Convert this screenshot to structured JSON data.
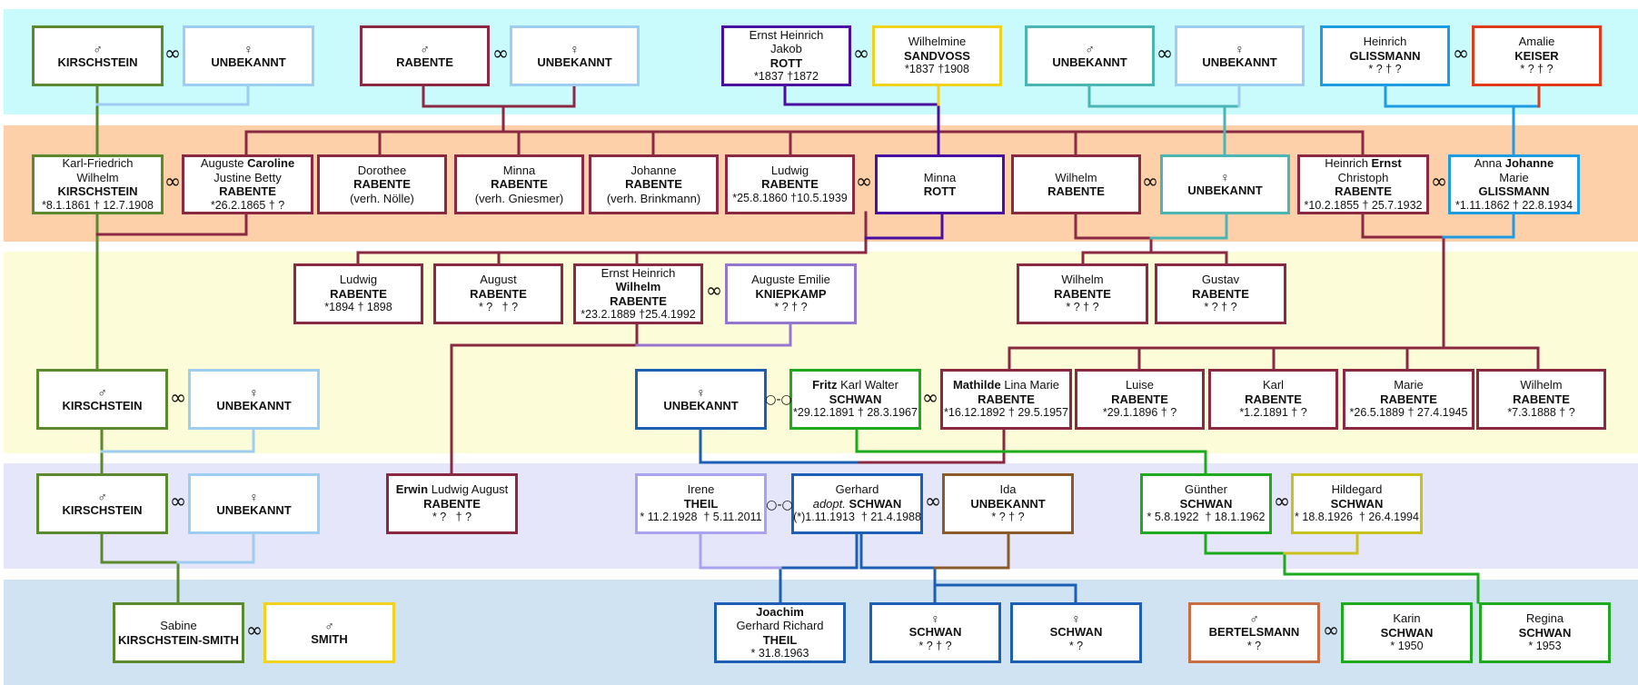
{
  "colors": {
    "band1": "#c9fbfd",
    "band2": "#fdd0aa",
    "band3": "#fdfcd8",
    "band4": "#fdfcd8",
    "band5": "#e6e6fb",
    "band6": "#cfe3f2",
    "green": "#5b8a2e",
    "lightblue": "#9ecdf2",
    "maroon": "#8b2942",
    "purple": "#4a0fa0",
    "yellow": "#f2d21e",
    "teal": "#4ab5b3",
    "blue": "#1f9be3",
    "red": "#e03a1a",
    "lavender": "#9576cf",
    "darkblue": "#1c5fb5",
    "brightgreen": "#1eaa1e",
    "brown": "#8b5a2b",
    "olive": "#c9c21c",
    "periwinkle": "#a9a2ee",
    "orange": "#c96e44"
  },
  "marriage_symbols": {
    "married": "∞",
    "partnership": "○-○"
  },
  "people": {
    "kirschstein_g1": {
      "sym": "♂",
      "surname": "KIRSCHSTEIN"
    },
    "unbekannt_g1a": {
      "sym": "♀",
      "surname": "UNBEKANNT"
    },
    "rabente_g1": {
      "sym": "♂",
      "surname": "RABENTE"
    },
    "unbekannt_g1b": {
      "sym": "♀",
      "surname": "UNBEKANNT"
    },
    "rott_g1": {
      "given": "Ernst Heinrich Jakob",
      "surname": "ROTT",
      "life": "*1837 †1872"
    },
    "sandvoss": {
      "given": "Wilhelmine",
      "surname": "SANDVOSS",
      "life": "*1837 †1908"
    },
    "unbekannt_g1c": {
      "sym": "♂",
      "surname": "UNBEKANNT"
    },
    "unbekannt_g1d": {
      "sym": "♀",
      "surname": "UNBEKANNT"
    },
    "glissmann_g1": {
      "given": "Heinrich",
      "surname": "GLISSMANN",
      "life": "* ? † ?"
    },
    "keiser": {
      "given": "Amalie",
      "surname": "KEISER",
      "life": "* ? † ?"
    },
    "kf_kirschstein": {
      "given": "Karl-Friedrich Wilhelm",
      "surname": "KIRSCHSTEIN",
      "life": "*8.1.1861 † 12.7.1908"
    },
    "caroline": {
      "given_pre": "Auguste ",
      "given_bold": "Caroline",
      "given_post": "Justine Betty",
      "surname": "RABENTE",
      "life": "*26.2.1865 † ?"
    },
    "dorothee": {
      "given": "Dorothee",
      "surname": "RABENTE",
      "note": "(verh. Nölle)"
    },
    "minna_r": {
      "given": "Minna",
      "surname": "RABENTE",
      "note": "(verh. Gniesmer)"
    },
    "johanne_r": {
      "given": "Johanne",
      "surname": "RABENTE",
      "note": "(verh. Brinkmann)"
    },
    "ludwig_r": {
      "given": "Ludwig",
      "surname": "RABENTE",
      "life": "*25.8.1860 †10.5.1939"
    },
    "minna_rott": {
      "given": "Minna",
      "surname": "ROTT"
    },
    "wilhelm_r": {
      "given": "Wilhelm",
      "surname": "RABENTE"
    },
    "unbekannt_g2": {
      "sym": "♀",
      "surname": "UNBEKANNT"
    },
    "ernst_r": {
      "given_pre": "Heinrich ",
      "given_bold": "Ernst",
      "given_post": "Christoph",
      "surname": "RABENTE",
      "life": "*10.2.1855 † 25.7.1932"
    },
    "johanne_g": {
      "given_pre": "Anna ",
      "given_bold": "Johanne",
      "given_post": "Marie",
      "surname": "GLISSMANN",
      "life": "*1.11.1862 † 22.8.1934"
    },
    "ludwig_r2": {
      "given": "Ludwig",
      "surname": "RABENTE",
      "life": "*1894 † 1898"
    },
    "august_r": {
      "given": "August",
      "surname": "RABENTE",
      "life": "* ?   † ?"
    },
    "ernst_wilhelm": {
      "given": "Ernst Heinrich",
      "given_bold": "Wilhelm",
      "surname": "RABENTE",
      "life": "*23.2.1889 †25.4.1992"
    },
    "kniepkamp": {
      "given": "Auguste Emilie",
      "surname": "KNIEPKAMP",
      "life": "* ? † ?"
    },
    "wilhelm_r2": {
      "given": "Wilhelm",
      "surname": "RABENTE",
      "life": "* ? † ?"
    },
    "gustav_r": {
      "given": "Gustav",
      "surname": "RABENTE",
      "life": "* ? † ?"
    },
    "kirschstein_g4": {
      "sym": "♂",
      "surname": "KIRSCHSTEIN"
    },
    "unbekannt_g4a": {
      "sym": "♀",
      "surname": "UNBEKANNT"
    },
    "unbekannt_g4b": {
      "sym": "♀",
      "surname": "UNBEKANNT"
    },
    "fritz": {
      "given_bold": "Fritz",
      "given_post": " Karl Walter",
      "surname": "SCHWAN",
      "life": "*29.12.1891 † 28.3.1967"
    },
    "mathilde": {
      "given_bold": "Mathilde",
      "given_post": " Lina Marie",
      "surname": "RABENTE",
      "life": "*16.12.1892 † 29.5.1957"
    },
    "luise": {
      "given": "Luise",
      "surname": "RABENTE",
      "life": "*29.1.1896 † ?"
    },
    "karl": {
      "given": "Karl",
      "surname": "RABENTE",
      "life": "*1.2.1891 † ?"
    },
    "marie": {
      "given": "Marie",
      "surname": "RABENTE",
      "life": "*26.5.1889 † 27.4.1945"
    },
    "wilhelm_r3": {
      "given": "Wilhelm",
      "surname": "RABENTE",
      "life": "*7.3.1888 † ?"
    },
    "kirschstein_g5": {
      "sym": "♂",
      "surname": "KIRSCHSTEIN"
    },
    "unbekannt_g5a": {
      "sym": "♀",
      "surname": "UNBEKANNT"
    },
    "erwin": {
      "given_bold": "Erwin",
      "given_post": " Ludwig August",
      "surname": "RABENTE",
      "life": "* ?   † ?"
    },
    "irene": {
      "given": "Irene",
      "surname": "THEIL",
      "life": "* 11.2.1928  † 5.11.2011"
    },
    "gerhard": {
      "given": "Gerhard",
      "adopt": "adopt.",
      "surname": "SCHWAN",
      "life": "(*)1.11.1913  † 21.4.1988"
    },
    "ida": {
      "given": "Ida",
      "surname": "UNBEKANNT",
      "life": "* ? † ?"
    },
    "guenther": {
      "given": "Günther",
      "surname": "SCHWAN",
      "life": "* 5.8.1922  † 18.1.1962"
    },
    "hildegard": {
      "given": "Hildegard",
      "surname": "SCHWAN",
      "life": "* 18.8.1926  † 26.4.1994"
    },
    "sabine": {
      "given": "Sabine",
      "surname": "KIRSCHSTEIN-SMITH"
    },
    "smith": {
      "sym": "♂",
      "surname": "SMITH"
    },
    "joachim": {
      "given_bold": "Joachim",
      "given_post": "Gerhard Richard",
      "surname": "THEIL",
      "life": "* 31.8.1963"
    },
    "schwan_f1": {
      "sym": "♀",
      "surname": "SCHWAN",
      "life": "* ? † ?"
    },
    "schwan_f2": {
      "sym": "♀",
      "surname": "SCHWAN",
      "life": "* ?"
    },
    "bertelsmann": {
      "sym": "♂",
      "surname": "BERTELSMANN",
      "life": "* ?"
    },
    "karin": {
      "given": "Karin",
      "surname": "SCHWAN",
      "life": "* 1950"
    },
    "regina": {
      "given": "Regina",
      "surname": "SCHWAN",
      "life": "* 1953"
    }
  }
}
